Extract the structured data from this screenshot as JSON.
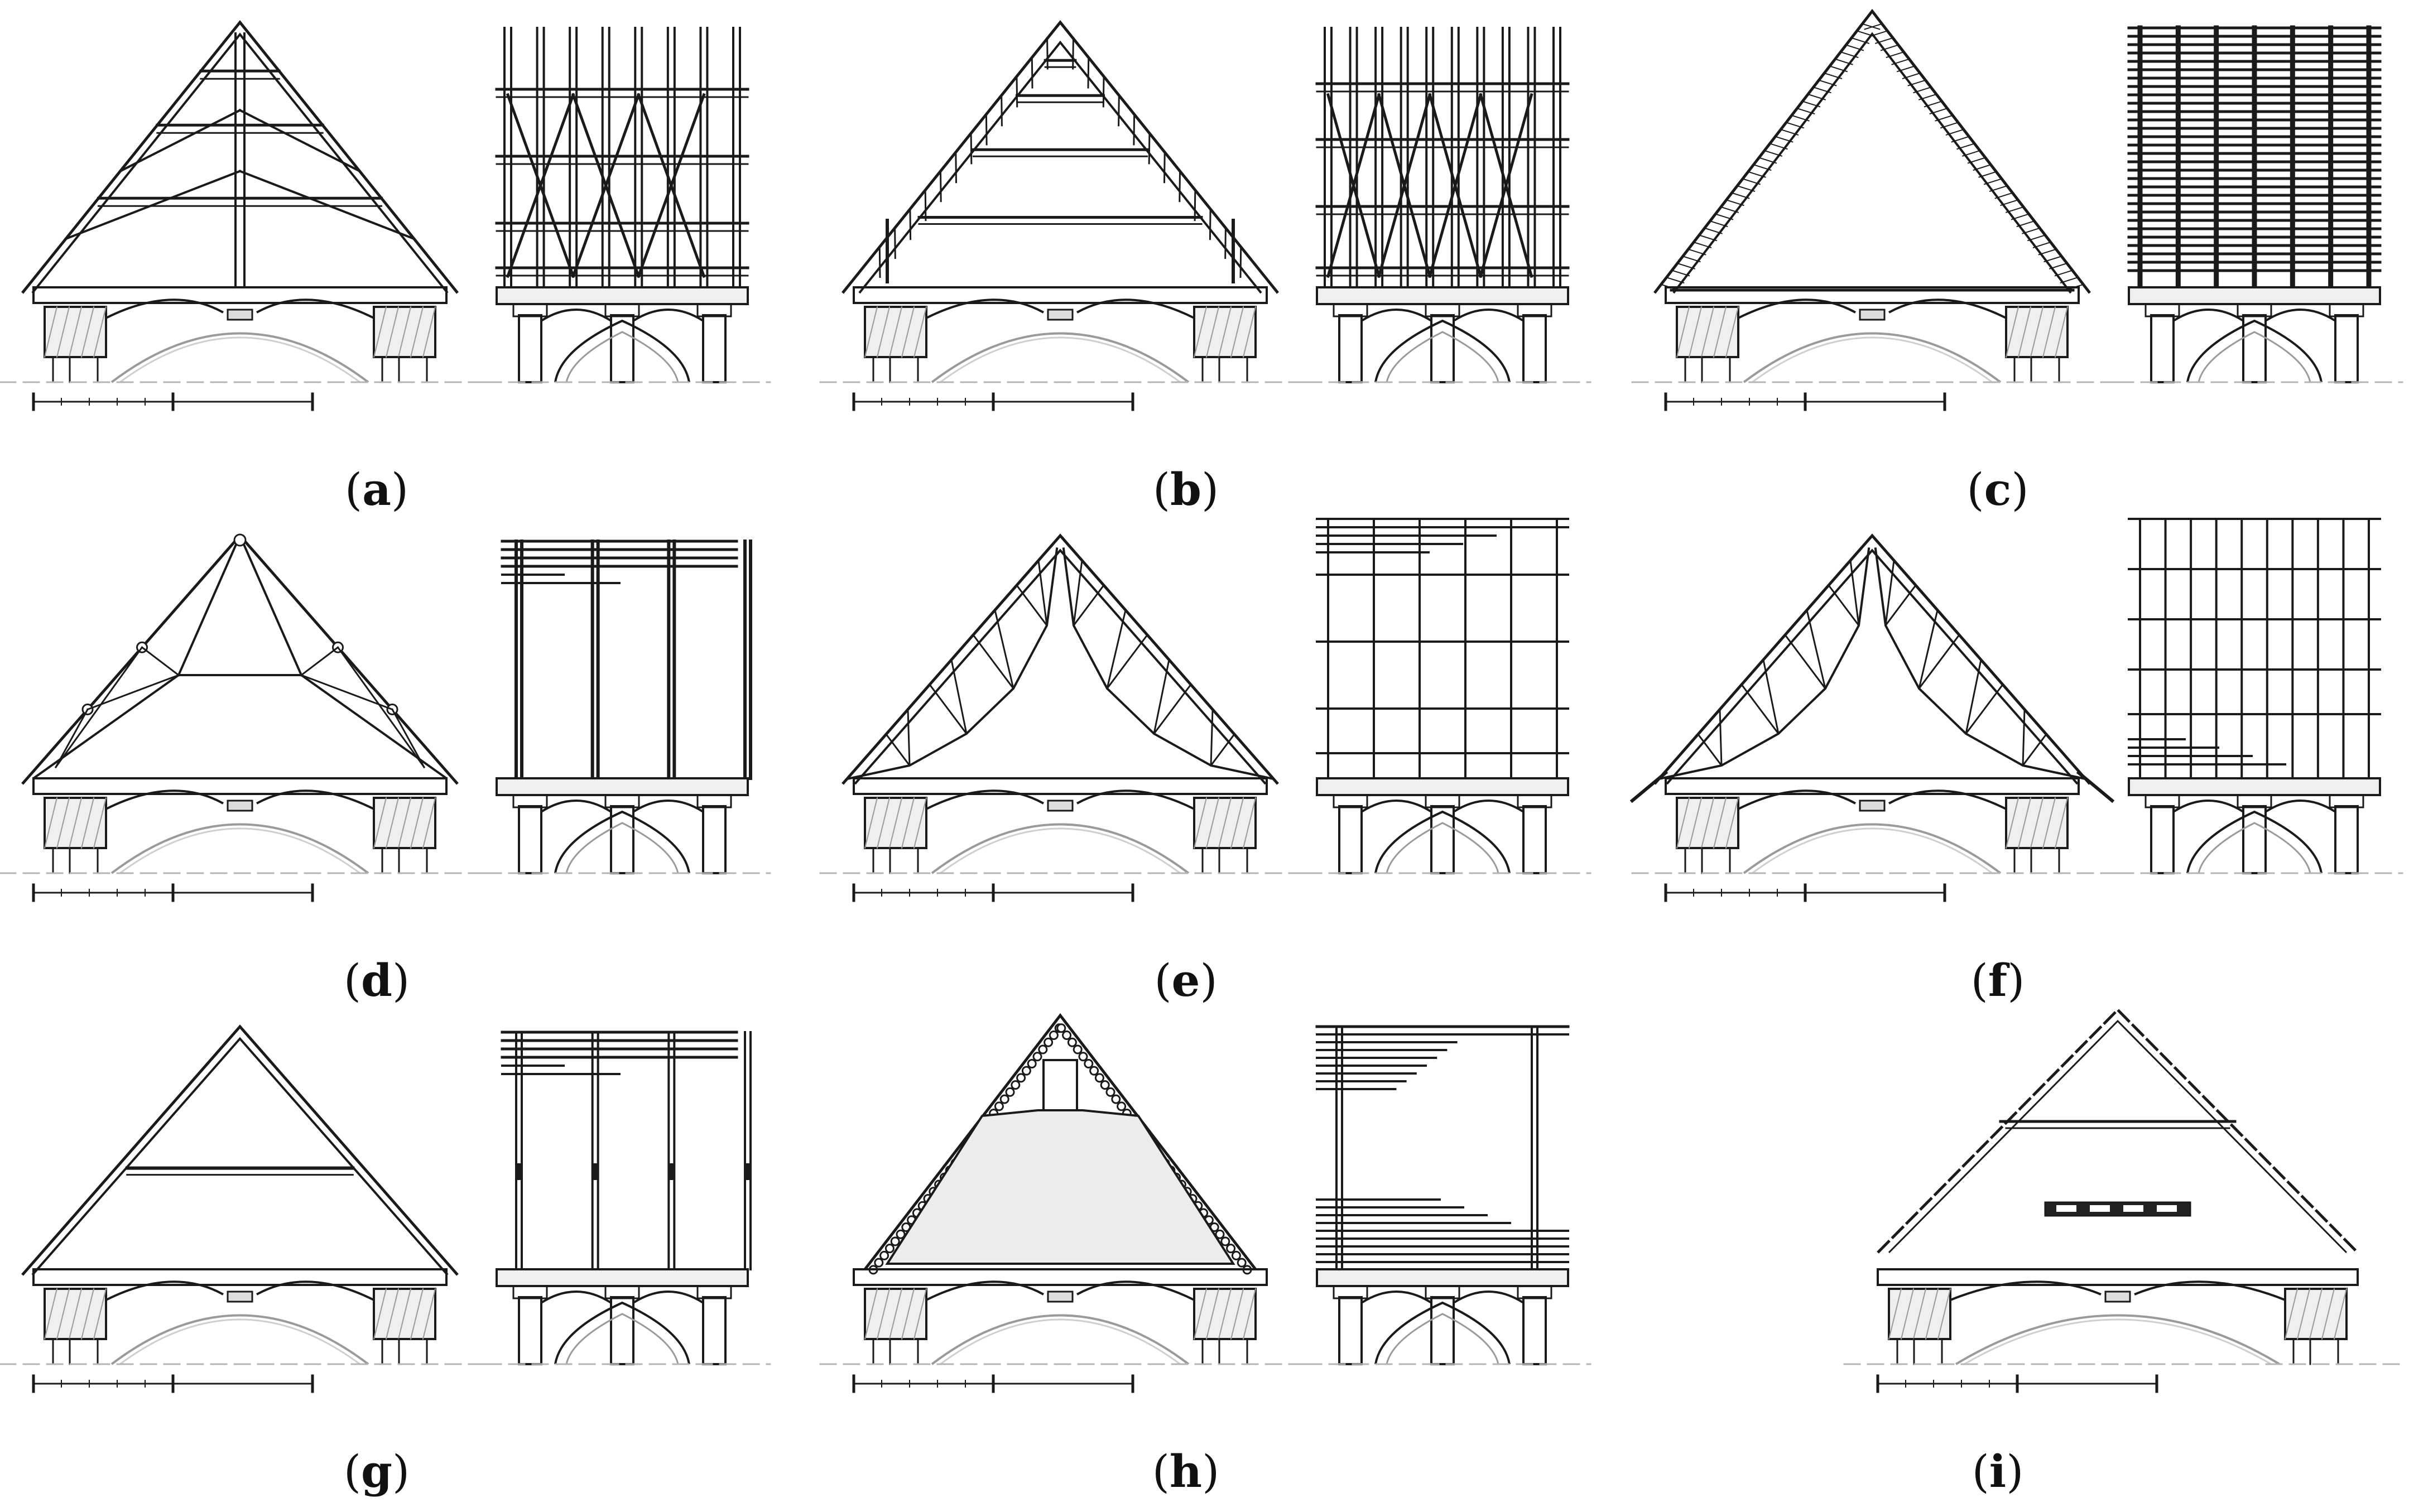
{
  "figure": {
    "panels": [
      {
        "id": "a",
        "label": "a",
        "section_type": "truss",
        "elevation_type": "braced-posts"
      },
      {
        "id": "b",
        "label": "b",
        "section_type": "collar-truss",
        "elevation_type": "braced-frame"
      },
      {
        "id": "c",
        "label": "c",
        "section_type": "lattice-rafters",
        "elevation_type": "dense-boards"
      },
      {
        "id": "d",
        "label": "d",
        "section_type": "panel-vault",
        "elevation_type": "heavy-posts"
      },
      {
        "id": "e",
        "label": "e",
        "section_type": "folded-vault",
        "elevation_type": "grid"
      },
      {
        "id": "f",
        "label": "f",
        "section_type": "folded-vault-eaves",
        "elevation_type": "grid-fine"
      },
      {
        "id": "g",
        "label": "g",
        "section_type": "collar-tie",
        "elevation_type": "light-posts"
      },
      {
        "id": "h",
        "label": "h",
        "section_type": "tile-roof",
        "elevation_type": "end-frames"
      },
      {
        "id": "i",
        "label": "i",
        "section_type": "steel-roof",
        "elevation_type": "none"
      }
    ],
    "colors": {
      "line": "#1a1a1a",
      "light_line": "#9a9a9a",
      "fill_wall": "#efefef",
      "ground_dash": "#b5b5b5"
    }
  }
}
